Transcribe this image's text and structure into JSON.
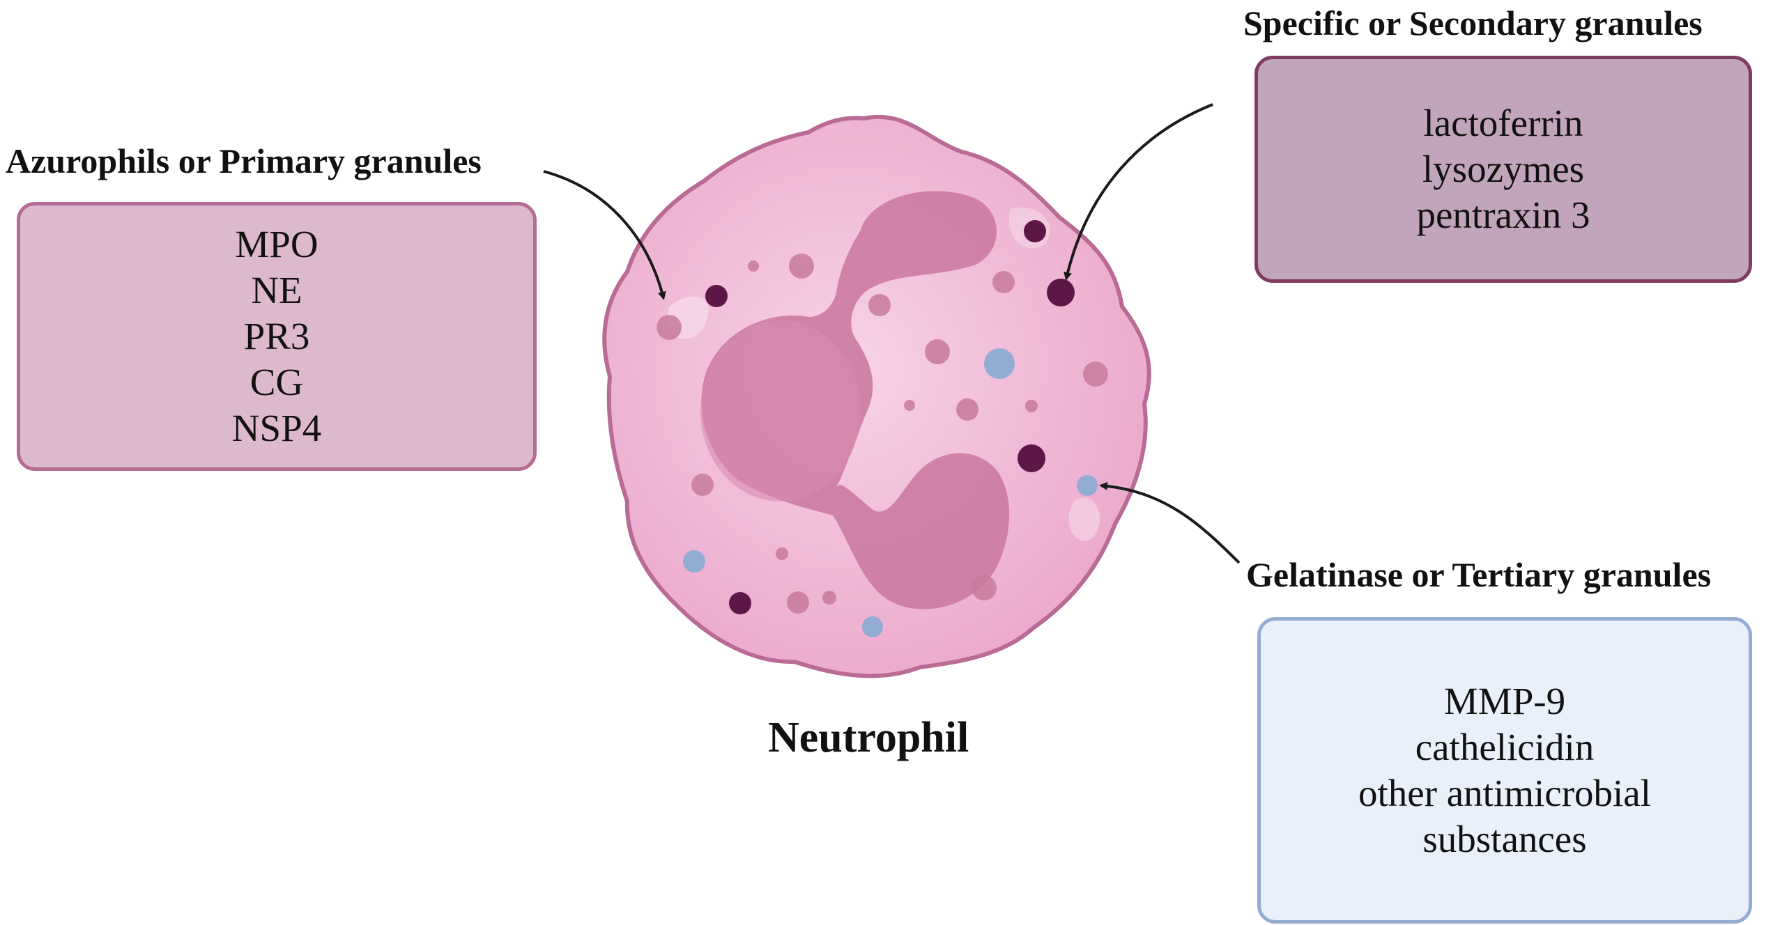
{
  "cell": {
    "name": "Neutrophil",
    "colors": {
      "membrane": "#f0b3d3",
      "outline": "#b96a95",
      "nucleus": "#cc7aa2",
      "granule_primary": "#c87a9c",
      "granule_specific": "#5d1747",
      "granule_tertiary": "#93acd4"
    }
  },
  "granules": [
    {
      "id": "primary",
      "title": "Azurophils or Primary granules",
      "items": [
        "MPO",
        "NE",
        "PR3",
        "CG",
        "NSP4"
      ],
      "fill": "#dcb9cc",
      "border": "#b66d92"
    },
    {
      "id": "secondary",
      "title": "Specific or Secondary granules",
      "items": [
        "lactoferrin",
        "lysozymes",
        "pentraxin 3"
      ],
      "fill": "#c1a5bc",
      "border": "#7e3c62"
    },
    {
      "id": "tertiary",
      "title": "Gelatinase or Tertiary granules",
      "items": [
        "MMP-9",
        "cathelicidin",
        "other antimicrobial",
        "substances"
      ],
      "fill": "#e9f0fa",
      "border": "#94acd0"
    }
  ]
}
